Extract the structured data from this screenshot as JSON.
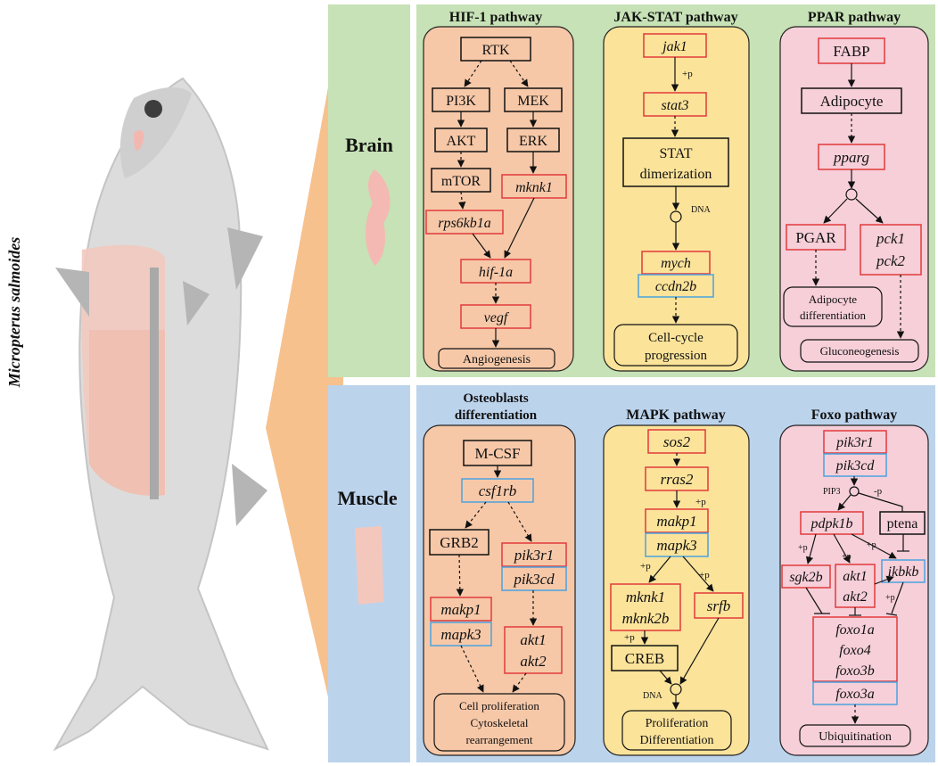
{
  "species": "Micropterus salmoides",
  "tissues": {
    "brain": "Brain",
    "muscle": "Muscle"
  },
  "colors": {
    "brain_bg": "#c7e2b6",
    "muscle_bg": "#bcd3ec",
    "fan": "#f7c18d",
    "orange_panel": "#f6c8a8",
    "yellow_panel": "#fbe39a",
    "pink_panel": "#f6cfd9",
    "up_regulated": "#e23a3a",
    "down_regulated": "#4aa3df"
  },
  "brain": {
    "hif1": {
      "title": "HIF-1 pathway",
      "rtk": "RTK",
      "pi3k": "PI3K",
      "mek": "MEK",
      "akt": "AKT",
      "erk": "ERK",
      "mtor": "mTOR",
      "mknk1": "mknk1",
      "rps6kb1a": "rps6kb1a",
      "hif1a": "hif-1a",
      "vegf": "vegf",
      "angiogenesis": "Angiogenesis"
    },
    "jakstat": {
      "title": "JAK-STAT pathway",
      "jak1": "jak1",
      "plus_p": "+p",
      "stat3": "stat3",
      "stat_dim_1": "STAT",
      "stat_dim_2": "dimerization",
      "dna": "DNA",
      "mych": "mych",
      "ccdn2b": "ccdn2b",
      "out_1": "Cell-cycle",
      "out_2": "progression"
    },
    "ppar": {
      "title": "PPAR pathway",
      "fabp": "FABP",
      "adipocyte": "Adipocyte",
      "pparg": "pparg",
      "pgar": "PGAR",
      "pck1": "pck1",
      "pck2": "pck2",
      "adip_diff_1": "Adipocyte",
      "adip_diff_2": "differentiation",
      "gluconeo": "Gluconeogenesis"
    }
  },
  "muscle": {
    "osteo": {
      "title_1": "Osteoblasts",
      "title_2": "differentiation",
      "mcsf": "M-CSF",
      "csf1rb": "csf1rb",
      "grb2": "GRB2",
      "pik3r1": "pik3r1",
      "pik3cd": "pik3cd",
      "makp1": "makp1",
      "mapk3": "mapk3",
      "akt1": "akt1",
      "akt2": "akt2",
      "out_1": "Cell proliferation",
      "out_2": "Cytoskeletal",
      "out_3": "rearrangement"
    },
    "mapk": {
      "title": "MAPK pathway",
      "sos2": "sos2",
      "rras2": "rras2",
      "plus_p": "+p",
      "makp1": "makp1",
      "mapk3": "mapk3",
      "mknk1": "mknk1",
      "mknk2b": "mknk2b",
      "srfb": "srfb",
      "creb": "CREB",
      "dna": "DNA",
      "out_1": "Proliferation",
      "out_2": "Differentiation"
    },
    "foxo": {
      "title": "Foxo pathway",
      "pik3r1": "pik3r1",
      "pik3cd": "pik3cd",
      "pip3": "PIP3",
      "minus_p": "-p",
      "plus_p": "+p",
      "pdpk1b": "pdpk1b",
      "ptena": "ptena",
      "sgk2b": "sgk2b",
      "akt1": "akt1",
      "akt2": "akt2",
      "ikbkb": "ikbkb",
      "foxo1a": "foxo1a",
      "foxo4": "foxo4",
      "foxo3b": "foxo3b",
      "foxo3a": "foxo3a",
      "ubiquitination": "Ubiquitination"
    }
  }
}
